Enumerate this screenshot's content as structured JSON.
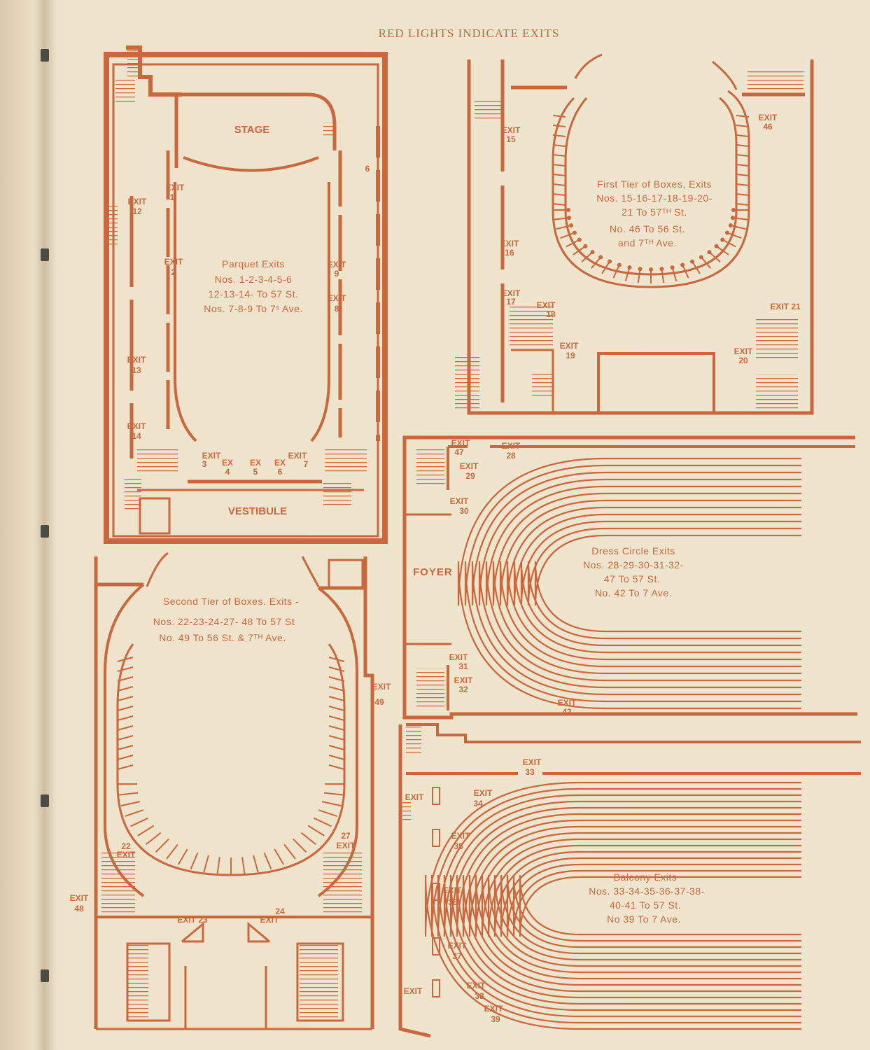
{
  "header": "RED LIGHTS INDICATE EXITS",
  "colors": {
    "ink": "#c8683e",
    "paper": "#efe4cd",
    "staple": "#4e4a44"
  },
  "parquet": {
    "stage": "STAGE",
    "vestibule": "VESTIBULE",
    "title": "Parquet Exits",
    "line1": "Nos. 1-2-3-4-5-6",
    "line2": "12-13-14- To 57 St.",
    "line3": "Nos. 7-8-9 To 7ˢ Ave.",
    "n6": "6",
    "exits": [
      {
        "l": "EXIT",
        "n": "1"
      },
      {
        "l": "EXIT",
        "n": "2"
      },
      {
        "l": "EXIT",
        "n": "12"
      },
      {
        "l": "EXIT",
        "n": "13"
      },
      {
        "l": "EXIT",
        "n": "14"
      },
      {
        "l": "EXIT",
        "n": "9"
      },
      {
        "l": "EXIT",
        "n": "8"
      },
      {
        "l": "EXIT",
        "n": "3"
      },
      {
        "l": "EX",
        "n": "4"
      },
      {
        "l": "EX",
        "n": "5"
      },
      {
        "l": "EX",
        "n": "6"
      },
      {
        "l": "EXIT",
        "n": "7"
      }
    ]
  },
  "first_tier": {
    "title": "First Tier of Boxes, Exits",
    "line1": "Nos. 15-16-17-18-19-20-",
    "line2": "21 To 57ᵀᴴ St.",
    "line3": "No. 46 To 56 St.",
    "line4": "and 7ᵀᴴ Ave.",
    "exits": [
      {
        "l": "EXIT",
        "n": "15"
      },
      {
        "l": "EXIT",
        "n": "16"
      },
      {
        "l": "EXIT",
        "n": "17"
      },
      {
        "l": "EXIT",
        "n": "18"
      },
      {
        "l": "EXIT",
        "n": "19"
      },
      {
        "l": "EXIT",
        "n": "20"
      },
      {
        "l": "EXIT",
        "n": "46"
      },
      {
        "l": "EXIT 21",
        "n": ""
      }
    ]
  },
  "second_tier": {
    "title": "Second Tier of Boxes. Exits -",
    "line1": "Nos. 22-23-24-27- 48 To 57 St",
    "line2": "No. 49 To 56 St. & 7ᵀᴴ Ave.",
    "exits": [
      {
        "l": "EXIT",
        "n": "49"
      },
      {
        "l": "EXIT",
        "n": "22"
      },
      {
        "l": "EXIT",
        "n": "27"
      },
      {
        "l": "EXIT",
        "n": "48"
      },
      {
        "l": "EXIT 23",
        "n": ""
      },
      {
        "l": "EXIT",
        "n": "24"
      }
    ]
  },
  "dress_circle": {
    "foyer": "FOYER",
    "title": "Dress Circle Exits",
    "line1": "Nos. 28-29-30-31-32-",
    "line2": "47 To 57 St.",
    "line3": "No. 42 To 7 Ave.",
    "exits": [
      {
        "l": "EXIT",
        "n": "47"
      },
      {
        "l": "EXIT",
        "n": "28"
      },
      {
        "l": "EXIT",
        "n": "29"
      },
      {
        "l": "EXIT",
        "n": "30"
      },
      {
        "l": "EXIT",
        "n": "31"
      },
      {
        "l": "EXIT",
        "n": "32"
      },
      {
        "l": "EXIT",
        "n": "42"
      }
    ]
  },
  "balcony": {
    "title": "Balcony Exits",
    "line1": "Nos. 33-34-35-36-37-38-",
    "line2": "40-41 To 57 St.",
    "line3": "No 39 To 7 Ave.",
    "exits": [
      {
        "l": "EXIT",
        "n": "33"
      },
      {
        "l": "EXIT",
        "n": ""
      },
      {
        "l": "EXIT",
        "n": "34"
      },
      {
        "l": "EXIT",
        "n": "35"
      },
      {
        "l": "EXIT",
        "n": "36"
      },
      {
        "l": "EXIT",
        "n": "37"
      },
      {
        "l": "EXIT",
        "n": "38"
      },
      {
        "l": "EXIT",
        "n": "39"
      },
      {
        "l": "EXIT",
        "n": ""
      }
    ]
  }
}
